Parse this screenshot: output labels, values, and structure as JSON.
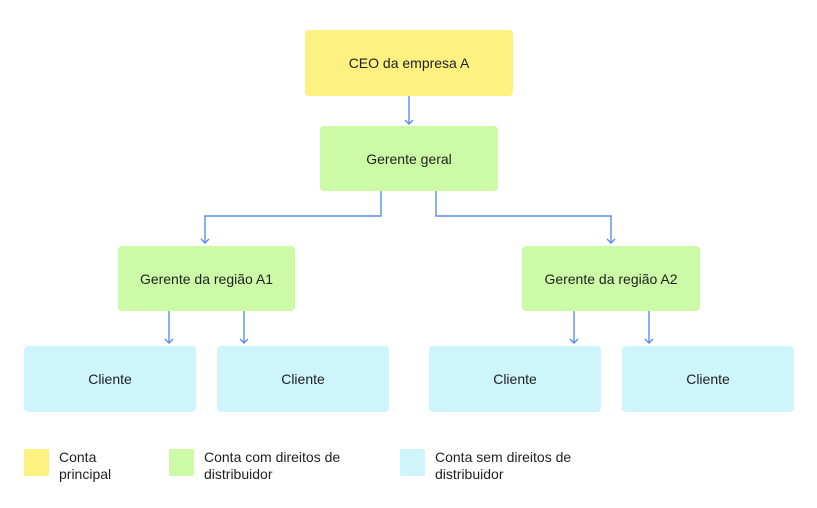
{
  "nodes": {
    "ceo": "CEO da empresa A",
    "general_manager": "Gerente geral",
    "region_a1": "Gerente da região A1",
    "region_a2": "Gerente da região A2",
    "clients": [
      "Cliente",
      "Cliente",
      "Cliente",
      "Cliente"
    ]
  },
  "legend": [
    {
      "label": "Conta principal",
      "color": "#fdf181"
    },
    {
      "label": "Conta com direitos de distribuidor",
      "color": "#cdfaa6"
    },
    {
      "label": "Conta sem direitos de distribuidor",
      "color": "#cff5fc"
    }
  ],
  "colors": {
    "principal": "#fdf181",
    "distributor": "#cdfaa6",
    "no_distributor": "#cff5fc",
    "connector": "#5b8def"
  }
}
